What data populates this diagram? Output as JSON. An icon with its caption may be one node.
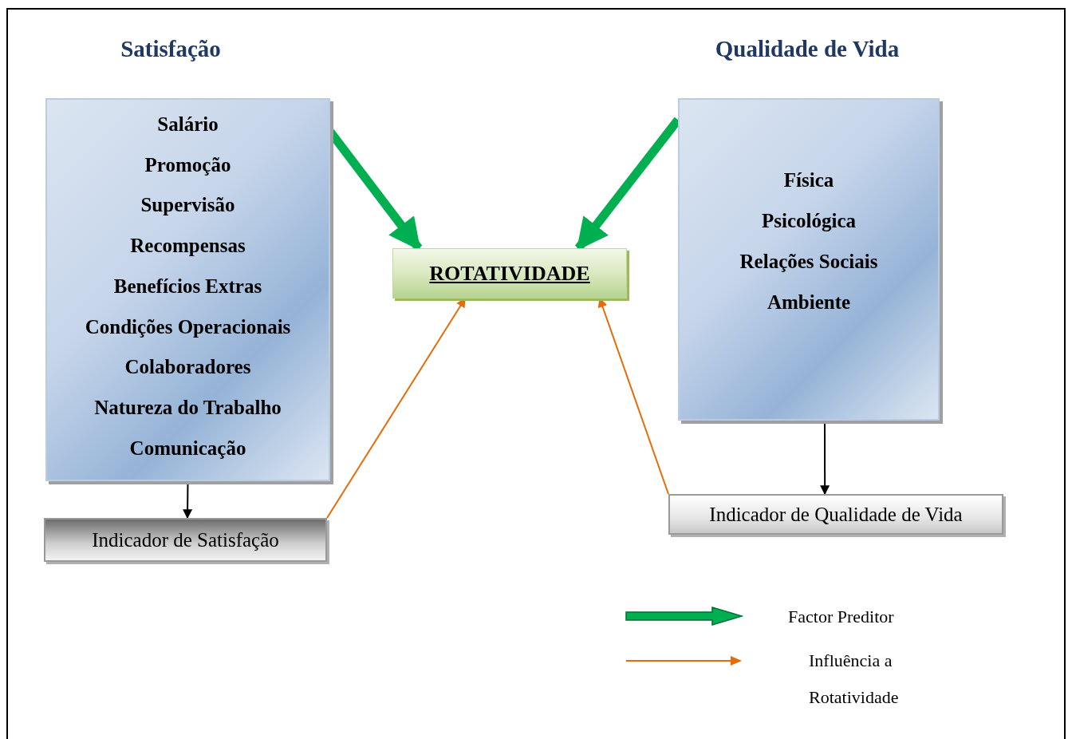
{
  "diagram": {
    "nodes": [
      {
        "text": [
          "Satisfação",
          "Salário",
          "Promoção",
          "Supervisão",
          "Recompensas",
          "Benefícios Extras",
          "Condições Operacionais",
          "Colaboradores",
          "Natureza do Trabalho",
          "Comunicação"
        ]
      },
      {
        "text": [
          "ROTATIVIDADE"
        ]
      },
      {
        "text": [
          "Qualidade de Vida",
          "Física",
          "Psicológica",
          "Relações Sociais",
          "Ambiente"
        ]
      },
      {
        "text": [
          "Indicador de Satisfação"
        ]
      },
      {
        "text": [
          "Indicador de Qualidade de Vida"
        ]
      }
    ],
    "edges": [
      {
        "from": 0,
        "to": 1,
        "arrow": "to",
        "style": "thick",
        "color": "#00b050"
      },
      {
        "from": 2,
        "to": 1,
        "arrow": "to",
        "style": "thick",
        "color": "#00b050"
      },
      {
        "from": 0,
        "to": 3,
        "arrow": "to",
        "color": "#000000"
      },
      {
        "from": 2,
        "to": 4,
        "arrow": "to",
        "color": "#000000"
      },
      {
        "from": 3,
        "to": 1,
        "arrow": "to",
        "color": "#e46c0a"
      },
      {
        "from": 4,
        "to": 1,
        "arrow": "to",
        "color": "#e46c0a"
      }
    ],
    "legend": [
      {
        "text": "Factor Preditor"
      },
      {
        "text": "Influência a Rotatividade"
      }
    ]
  }
}
